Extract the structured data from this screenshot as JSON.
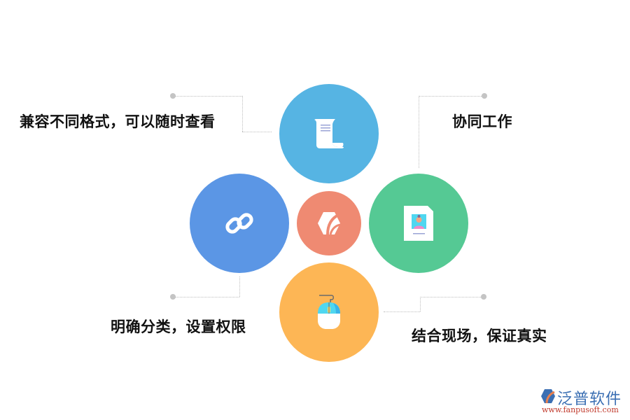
{
  "diagram": {
    "center": {
      "icon": "brand-hexagon-leaf-icon",
      "color": "#ef8a72"
    },
    "nodes": [
      {
        "id": "top",
        "icon": "scroll-document-icon",
        "color": "#56b4e3",
        "label": "兼容不同格式，可以随时查看"
      },
      {
        "id": "right",
        "icon": "profile-card-icon",
        "color": "#55c994",
        "label": "协同工作"
      },
      {
        "id": "left",
        "icon": "chain-link-icon",
        "color": "#5b96e5",
        "label": "明确分类，设置权限"
      },
      {
        "id": "bottom",
        "icon": "computer-mouse-icon",
        "color": "#fdb655",
        "label": "结合现场，保证真实"
      }
    ]
  },
  "watermark": {
    "brand": "泛普软件",
    "url": "www.fanpusoft.com"
  }
}
